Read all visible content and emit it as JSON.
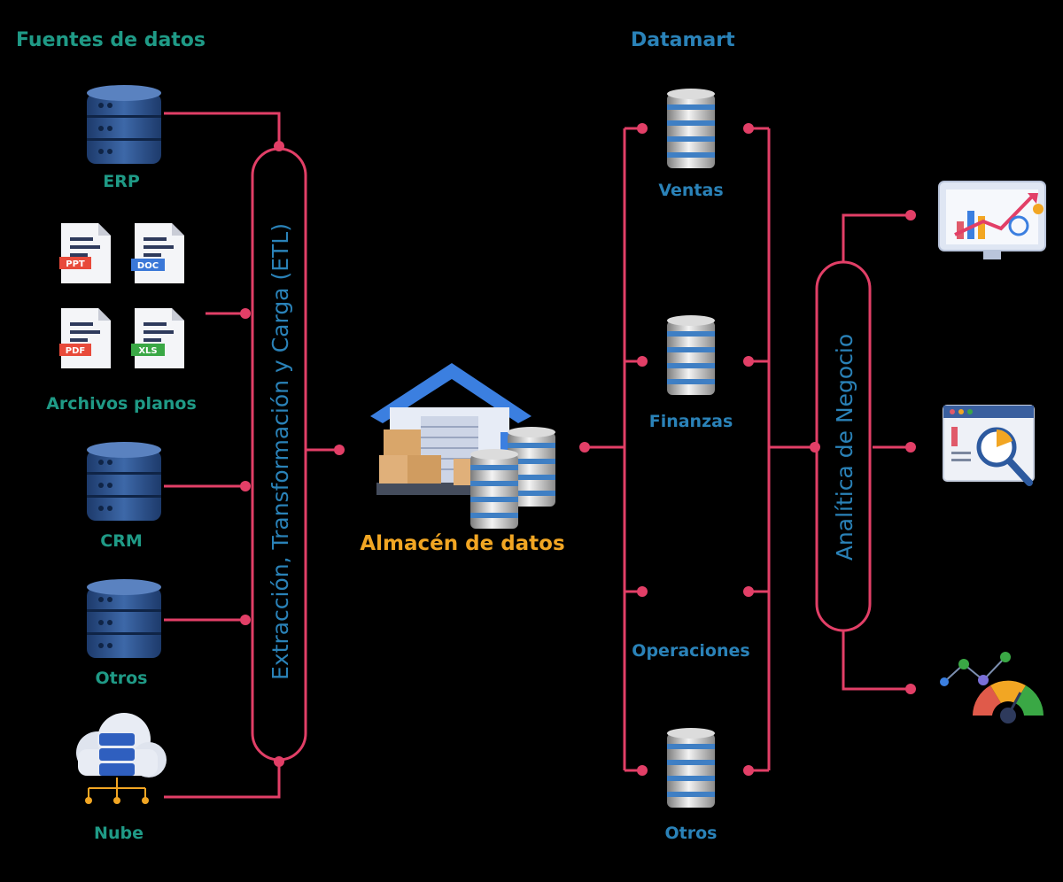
{
  "headers": {
    "sources": "Fuentes de datos",
    "datamart": "Datamart"
  },
  "sources": {
    "erp": "ERP",
    "flat_files": "Archivos planos",
    "crm": "CRM",
    "others": "Otros",
    "cloud": "Nube"
  },
  "file_badges": {
    "ppt": "PPT",
    "doc": "DOC",
    "pdf": "PDF",
    "xls": "XLS"
  },
  "etl_label": "Extracción, Transformación y Carga (ETL)",
  "warehouse_label": "Almacén de datos",
  "datamarts": {
    "sales": "Ventas",
    "finance": "Finanzas",
    "operations": "Operaciones",
    "others": "Otros"
  },
  "analytics_label": "Analítica de Negocio",
  "colors": {
    "connector": "#e23f67",
    "source_text": "#1f9a86",
    "datamart_text": "#2a82b8",
    "warehouse_text": "#f2a623",
    "database": "#2b4e85"
  },
  "icons": [
    "database-icon",
    "ppt-file-icon",
    "doc-file-icon",
    "pdf-file-icon",
    "xls-file-icon",
    "cloud-server-icon",
    "warehouse-icon",
    "server-stack-icon",
    "dashboard-monitor-icon",
    "analysis-window-icon",
    "gauge-network-icon"
  ]
}
